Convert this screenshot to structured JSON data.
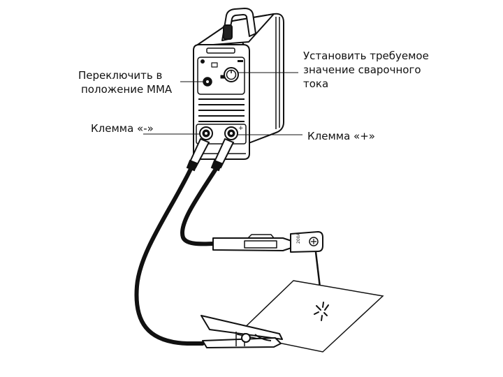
{
  "labels": {
    "mode_switch": [
      "Переключить в",
      "положение ММА"
    ],
    "current_knob": [
      "Установить требуемое",
      "значение сварочного",
      "тока"
    ],
    "minus_terminal": "Клемма «-»",
    "plus_terminal": "Клемма «+»"
  },
  "device_markings": {
    "holder_text": "200A"
  }
}
